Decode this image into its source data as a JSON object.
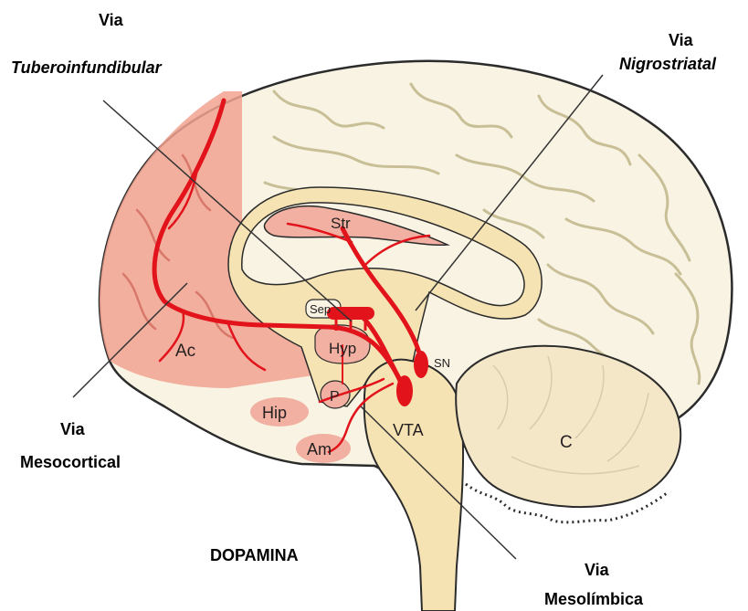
{
  "title": "DOPAMINA",
  "pathways": {
    "tuberoinfundibular": {
      "line1": "Via",
      "line2": "Tuberoinfundibular"
    },
    "nigrostriatal": {
      "line1": "Via",
      "line2": "Nigrostriatal"
    },
    "mesocortical": {
      "line1": "Via",
      "line2": "Mesocortical"
    },
    "mesolimbic": {
      "line1": "Via",
      "line2": "Mesolímbica"
    }
  },
  "structures": {
    "str": "Str",
    "sep": "Sep",
    "hyp": "Hyp",
    "sn": "SN",
    "ac": "Ac",
    "p": "P",
    "hip": "Hip",
    "vta": "VTA",
    "am": "Am",
    "c": "C"
  },
  "colors": {
    "cortex": "#f8f3e2",
    "cortex_outline": "#2b2b2b",
    "gyri": "#c9bf97",
    "inner": "#f5e3b3",
    "prefrontal": "#f2a291",
    "nucleus_fill": "#f1b0a1",
    "pathway": "#e2131b",
    "leader": "#333333",
    "cerebellum": "#f3e7c8"
  }
}
